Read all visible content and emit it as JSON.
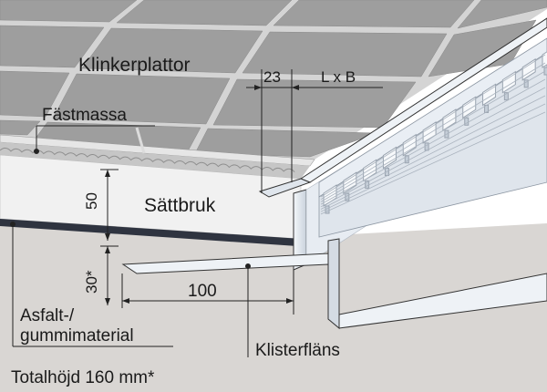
{
  "labels": {
    "tiles": "Klinkerplattor",
    "adhesive": "Fästmassa",
    "screed": "Sättbruk",
    "membrane_line1": "Asfalt-/",
    "membrane_line2": "gummimaterial",
    "flange": "Klisterfläns",
    "total_height": "Totalhöjd 160 mm*"
  },
  "dimensions": {
    "joint_gap": "23",
    "grating_size": "L x B",
    "screed_thickness": "50",
    "base_thickness": "30*",
    "flange_width": "100"
  },
  "colors": {
    "tile": "#9e9e9e",
    "tile_edge": "#d8d8d8",
    "screed": "#f1f1f1",
    "adhesive": "#bdbdbd",
    "membrane": "#2f3440",
    "concrete": "#d9d6d3",
    "steel": "#e6ebf1",
    "steel_dark": "#b9c3ce"
  }
}
